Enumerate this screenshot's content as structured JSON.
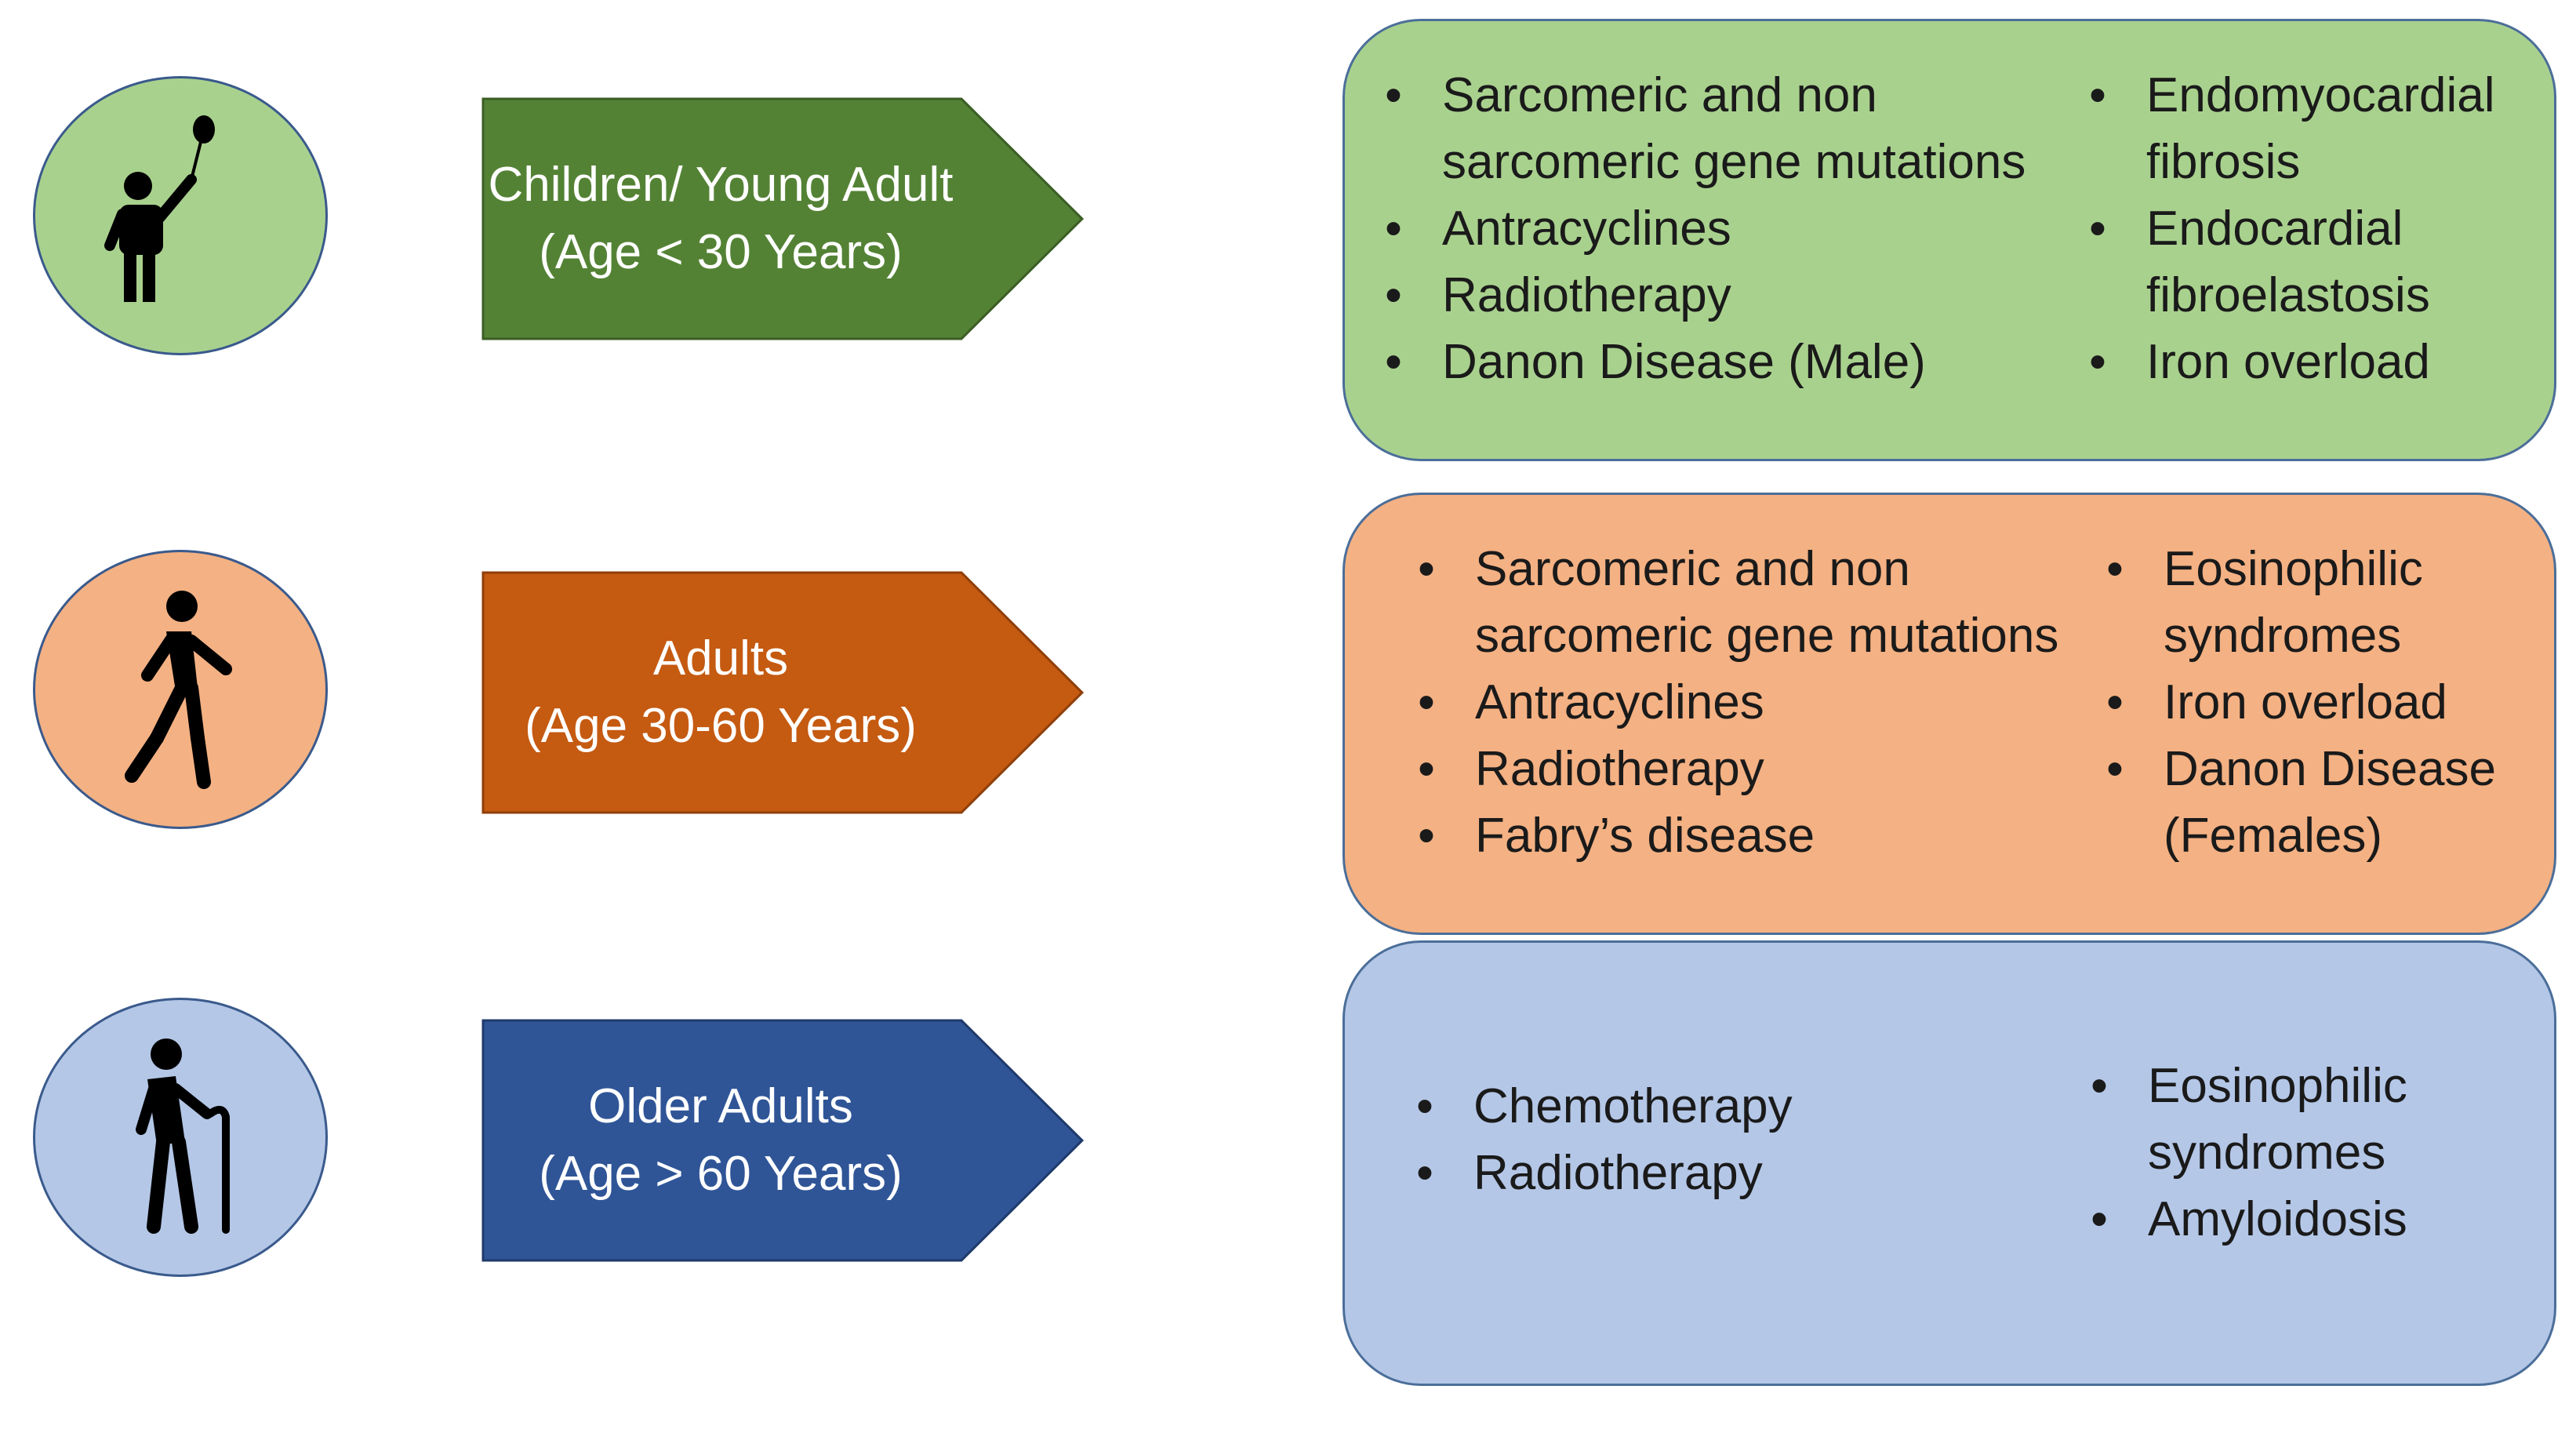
{
  "colors": {
    "green_fill": "#a9d18e",
    "green_arrow": "#548235",
    "orange_fill": "#f4b183",
    "orange_arrow": "#c55a11",
    "blue_fill": "#b4c7e7",
    "blue_arrow": "#2f5597",
    "border": "#4472c4"
  },
  "rows": [
    {
      "icon": "child-with-balloon-icon",
      "arrow": {
        "line1": "Children/ Young Adult",
        "line2": "(Age < 30 Years)"
      },
      "left_items": [
        "Sarcomeric and non",
        "sarcomeric gene mutations",
        "Antracyclines",
        "Radiotherapy",
        "Danon Disease (Male)"
      ],
      "right_items": [
        "Endomyocardial",
        "fibrosis",
        "Endocardial",
        "fibroelastosis",
        "Iron overload"
      ]
    },
    {
      "icon": "walking-adult-icon",
      "arrow": {
        "line1": "Adults",
        "line2": "(Age 30-60 Years)"
      },
      "left_items": [
        "Sarcomeric and non",
        "sarcomeric gene mutations",
        "Antracyclines",
        "Radiotherapy",
        "Fabry’s disease"
      ],
      "right_items": [
        "Eosinophilic",
        "syndromes",
        "Iron overload",
        "Danon Disease",
        "(Females)"
      ]
    },
    {
      "icon": "elderly-with-cane-icon",
      "arrow": {
        "line1": "Older Adults",
        "line2": "(Age > 60 Years)"
      },
      "left_items": [
        "Chemotherapy",
        "Radiotherapy"
      ],
      "right_items": [
        "Eosinophilic",
        "syndromes",
        "Amyloidosis"
      ]
    }
  ]
}
